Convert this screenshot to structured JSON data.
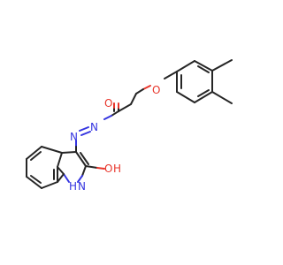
{
  "molecule": {
    "atoms": {
      "ether_oxygen": "O",
      "carbonyl_oxygen": "O",
      "azo_nitrogen_1": "N",
      "azo_nitrogen_2": "N",
      "indole_nh": "H",
      "indole_n": "N",
      "hydroxyl_o": "O",
      "hydroxyl_h": "H"
    },
    "colors": {
      "bond": "#262626",
      "oxygen": "#e8362c",
      "nitrogen": "#3535e0"
    }
  }
}
